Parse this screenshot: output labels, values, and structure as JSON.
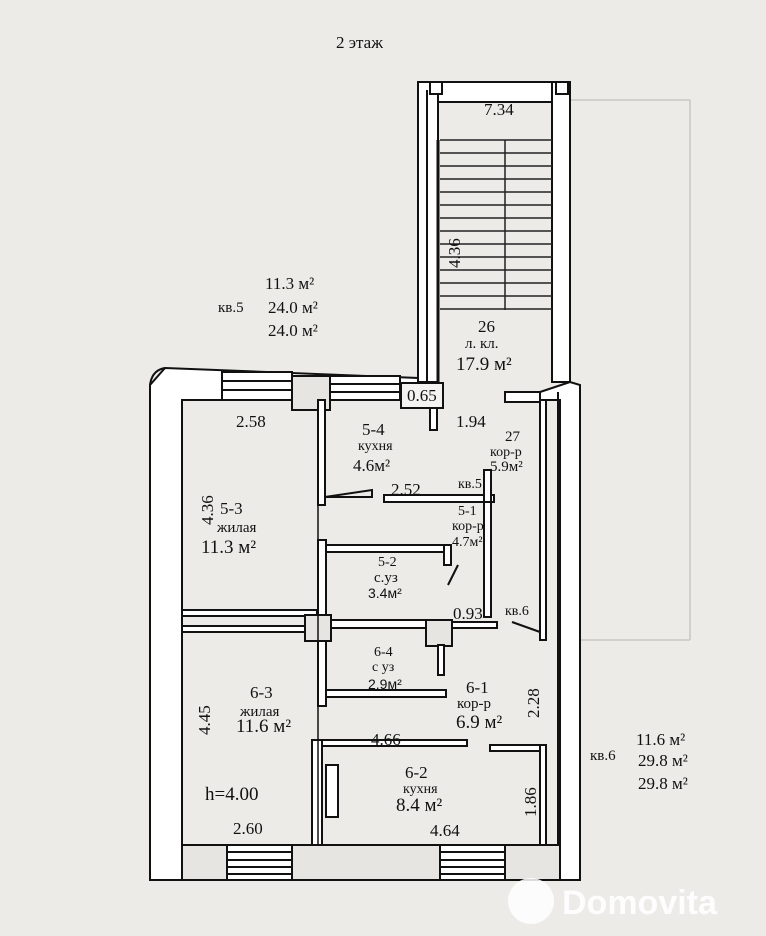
{
  "floor_title": "2 этаж",
  "stair": {
    "width": "7.34",
    "height": "4.36",
    "number": "26",
    "name": "л. кл.",
    "area": "17.9 м²"
  },
  "apt5": {
    "label": "кв.5",
    "area1": "11.3 м²",
    "area2": "24.0 м²",
    "area3": "24.0 м²",
    "door_label": "кв.5"
  },
  "apt6": {
    "label": "кв.6",
    "area1": "11.6 м²",
    "area2": "29.8 м²",
    "area3": "29.8 м²",
    "door_label": "кв.6"
  },
  "dims": {
    "window_width": "0.65",
    "d258": "2.58",
    "d436": "4.36",
    "d194": "1.94",
    "d252": "2.52",
    "d093": "0.93",
    "d228": "2.28",
    "d445": "4.45",
    "d466": "4.66",
    "d186": "1.86",
    "d260": "2.60",
    "d464": "4.64",
    "height": "h=4.00"
  },
  "rooms": {
    "r54": {
      "num": "5-4",
      "name": "кухня",
      "area": "4.6м²"
    },
    "r27": {
      "num": "27",
      "name": "кор-р",
      "area": "5.9м²"
    },
    "r53": {
      "num": "5-3",
      "name": "жилая",
      "area": "11.3 м²"
    },
    "r51": {
      "num": "5-1",
      "name": "кор-р",
      "area": "4.7м²"
    },
    "r52": {
      "num": "5-2",
      "name": "с.уз",
      "area": "3.4м²"
    },
    "r64": {
      "num": "6-4",
      "name": "с уз",
      "area": "2.9м²"
    },
    "r63": {
      "num": "6-3",
      "name": "жилая",
      "area": "11.6 м²"
    },
    "r61": {
      "num": "6-1",
      "name": "кор-р",
      "area": "6.9 м²"
    },
    "r62": {
      "num": "6-2",
      "name": "кухня",
      "area": "8.4 м²"
    }
  },
  "watermark": "Domovita"
}
